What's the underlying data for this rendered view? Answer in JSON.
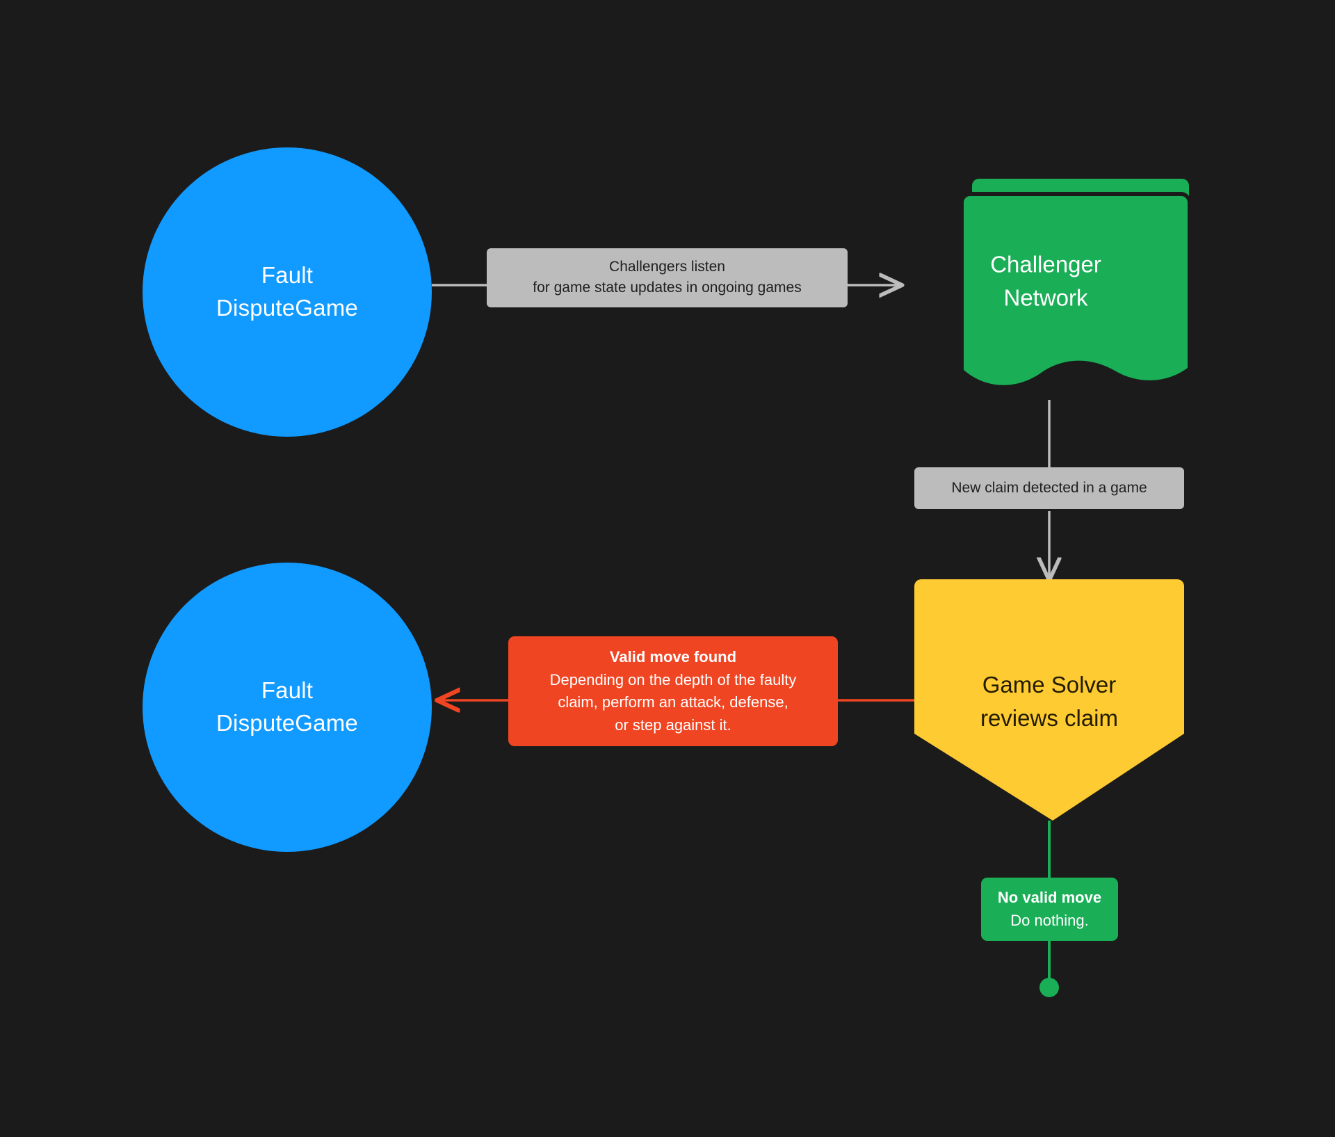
{
  "diagram": {
    "background_color": "#1b1b1b",
    "title_text": "",
    "nodes": [
      {
        "id": "fault-dispute-game-top",
        "shape": "circle",
        "color": "#119aff",
        "text_color": "#ffffff",
        "line1": "Fault",
        "line2": "DisputeGame"
      },
      {
        "id": "challenger-network",
        "shape": "multi-document",
        "color": "#1aae57",
        "text_color": "#ffffff",
        "line1": "Challenger",
        "line2": "Network"
      },
      {
        "id": "game-solver",
        "shape": "pentagon-banner",
        "color": "#ffcb32",
        "text_color": "#221b00",
        "line1": "Game Solver",
        "line2": "reviews claim"
      },
      {
        "id": "fault-dispute-game-bottom",
        "shape": "circle",
        "color": "#119aff",
        "text_color": "#ffffff",
        "line1": "Fault",
        "line2": "DisputeGame"
      }
    ],
    "edges": [
      {
        "id": "edge-listen",
        "from": "fault-dispute-game-top",
        "to": "challenger-network",
        "color": "#bcbcbc",
        "label_style": "gray",
        "label_lines": [
          "Challengers listen",
          "for game state updates in ongoing games"
        ]
      },
      {
        "id": "edge-new-claim",
        "from": "challenger-network",
        "to": "game-solver",
        "color": "#bcbcbc",
        "label_style": "gray",
        "label_lines": [
          "New claim detected in a game"
        ]
      },
      {
        "id": "edge-valid-move",
        "from": "game-solver",
        "to": "fault-dispute-game-bottom",
        "color": "#f04522",
        "label_style": "red",
        "label_heading": "Valid move found",
        "label_lines": [
          "Depending on the depth of the faulty",
          "claim, perform an attack, defense,",
          "or step against it."
        ]
      },
      {
        "id": "edge-no-valid-move",
        "from": "game-solver",
        "to": "terminator",
        "color": "#1aae57",
        "label_style": "green",
        "label_heading": "No valid move",
        "label_lines": [
          "Do nothing."
        ]
      }
    ],
    "terminator": {
      "id": "end-dot",
      "color": "#1aae57"
    }
  }
}
